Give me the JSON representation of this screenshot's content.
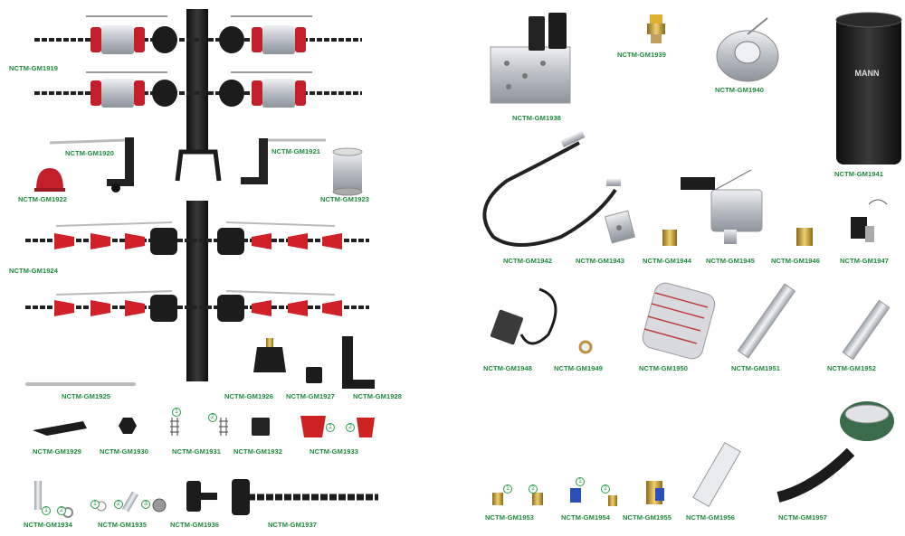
{
  "catalog": {
    "items": [
      {
        "code": "NCTM-GM1919"
      },
      {
        "code": "NCTM-GM1920"
      },
      {
        "code": "NCTM-GM1921"
      },
      {
        "code": "NCTM-GM1922"
      },
      {
        "code": "NCTM-GM1923"
      },
      {
        "code": "NCTM-GM1924"
      },
      {
        "code": "NCTM-GM1925"
      },
      {
        "code": "NCTM-GM1926"
      },
      {
        "code": "NCTM-GM1927"
      },
      {
        "code": "NCTM-GM1928"
      },
      {
        "code": "NCTM-GM1929"
      },
      {
        "code": "NCTM-GM1930"
      },
      {
        "code": "NCTM-GM1931"
      },
      {
        "code": "NCTM-GM1932"
      },
      {
        "code": "NCTM-GM1933"
      },
      {
        "code": "NCTM-GM1934"
      },
      {
        "code": "NCTM-GM1935"
      },
      {
        "code": "NCTM-GM1936"
      },
      {
        "code": "NCTM-GM1937"
      },
      {
        "code": "NCTM-GM1938"
      },
      {
        "code": "NCTM-GM1939"
      },
      {
        "code": "NCTM-GM1940"
      },
      {
        "code": "NCTM-GM1941"
      },
      {
        "code": "NCTM-GM1942"
      },
      {
        "code": "NCTM-GM1943"
      },
      {
        "code": "NCTM-GM1944"
      },
      {
        "code": "NCTM-GM1945"
      },
      {
        "code": "NCTM-GM1946"
      },
      {
        "code": "NCTM-GM1947"
      },
      {
        "code": "NCTM-GM1948"
      },
      {
        "code": "NCTM-GM1949"
      },
      {
        "code": "NCTM-GM1950"
      },
      {
        "code": "NCTM-GM1951"
      },
      {
        "code": "NCTM-GM1952"
      },
      {
        "code": "NCTM-GM1953"
      },
      {
        "code": "NCTM-GM1954"
      },
      {
        "code": "NCTM-GM1955"
      },
      {
        "code": "NCTM-GM1956"
      },
      {
        "code": "NCTM-GM1957"
      }
    ],
    "markers": [
      "1",
      "2",
      "1",
      "2",
      "1",
      "2",
      "1",
      "2",
      "3",
      "1",
      "2",
      "1",
      "2"
    ],
    "brand_text": "MANN",
    "colors": {
      "label": "#1e8a3c",
      "red_part": "#cc2222",
      "metal": "#c8ccd2",
      "black_part": "#1c1c1c",
      "green_part": "#3a6b4a"
    }
  }
}
